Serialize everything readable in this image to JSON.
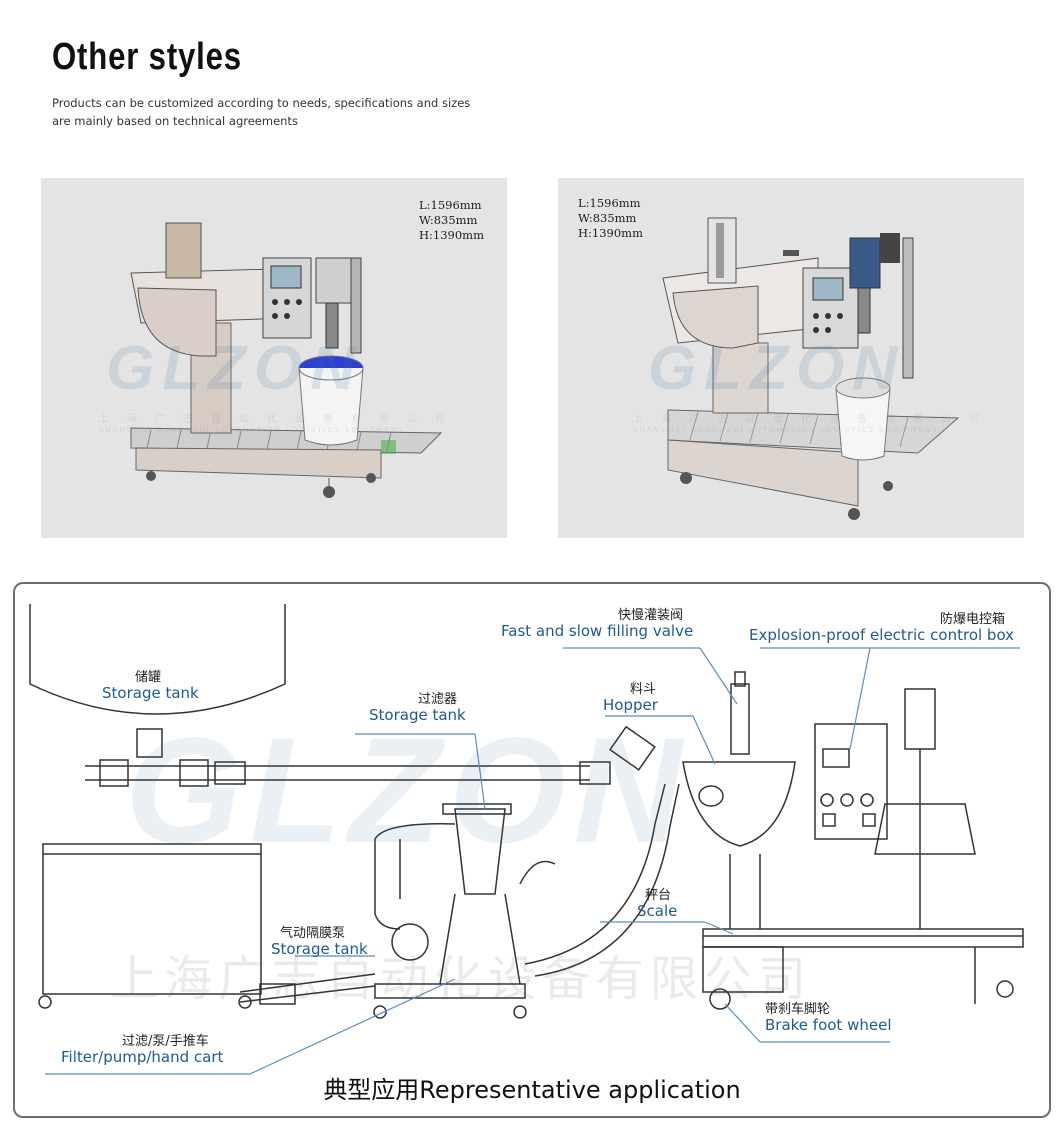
{
  "header": {
    "title": "Other styles",
    "subtitle": "Products can be customized according to needs, specifications and sizes are mainly based on technical agreements"
  },
  "machines": [
    {
      "dims": [
        "L:1596mm",
        "W:835mm",
        "H:1390mm"
      ],
      "watermark": "GLZON",
      "watermark_cn": "上海广志自动化设备有限公司",
      "watermark_en": "SHANGHAI GUANGZHI AUTOMATION LOGISTICS EQUIPMENT"
    },
    {
      "dims": [
        "L:1596mm",
        "W:835mm",
        "H:1390mm"
      ],
      "watermark": "GLZON",
      "watermark_cn": "上海广志自动化设备有限公司",
      "watermark_en": "SHANGHAI GUANGZHI AUTOMATION LOGISTICS EQUIPMENT"
    }
  ],
  "diagram": {
    "watermark": "GLZON",
    "watermark_cn": "上海广志自动化设备有限公司",
    "labels": {
      "storage_tank_zh": "储罐",
      "storage_tank_en": "Storage tank",
      "filter_zh": "过滤器",
      "filter_en": "Storage tank",
      "valve_zh": "快慢灌装阀",
      "valve_en": "Fast and slow filling valve",
      "control_box_zh": "防爆电控箱",
      "control_box_en": "Explosion-proof electric control box",
      "hopper_zh": "料斗",
      "hopper_en": "Hopper",
      "scale_zh": "秤台",
      "scale_en": "Scale",
      "pump_zh": "气动隔膜泵",
      "pump_en": "Storage tank",
      "cart_zh": "过滤/泵/手推车",
      "cart_en": "Filter/pump/hand cart",
      "wheel_zh": "带刹车脚轮",
      "wheel_en": "Brake foot wheel"
    },
    "caption": "典型应用Representative  application"
  }
}
